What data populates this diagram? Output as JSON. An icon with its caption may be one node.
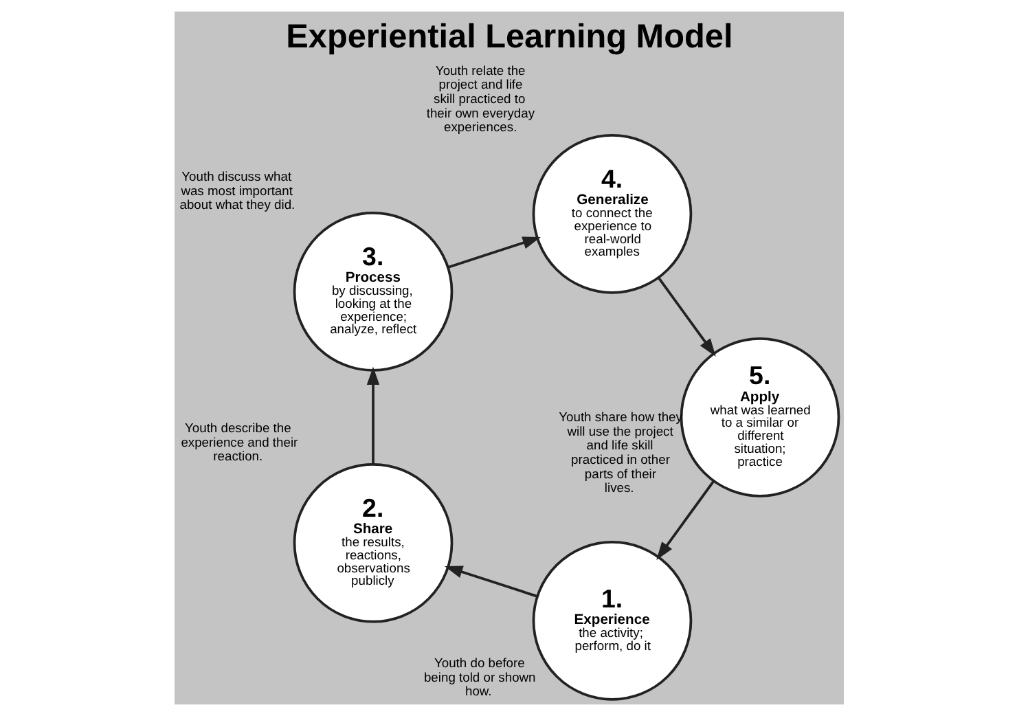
{
  "diagram": {
    "title": "Experiential Learning Model",
    "nodes": [
      {
        "text": [
          "1.",
          "Experience",
          "the activity; perform, do it"
        ],
        "beside": [
          "Youth do before being told or shown how."
        ]
      },
      {
        "text": [
          "2.",
          "Share",
          "the results, reactions, observations publicly"
        ],
        "beside": [
          "Youth describe the experience and their reaction."
        ]
      },
      {
        "text": [
          "3.",
          "Process",
          "by discussing, looking at the experience; analyze, reflect"
        ],
        "beside": [
          "Youth discuss what was most important about what they did."
        ]
      },
      {
        "text": [
          "4.",
          "Generalize",
          "to connect the experience to real-world examples"
        ],
        "beside": [
          "Youth relate the project and life skill practiced to their own everyday experiences."
        ]
      },
      {
        "text": [
          "5.",
          "Apply",
          "what was learned to a similar or different situation; practice"
        ],
        "beside": [
          "Youth share how they will use the project and life skill practiced in other parts of their lives."
        ]
      }
    ],
    "edges": [
      {
        "from": 0,
        "to": 1,
        "arrow": "to"
      },
      {
        "from": 1,
        "to": 2,
        "arrow": "to"
      },
      {
        "from": 2,
        "to": 3,
        "arrow": "to"
      },
      {
        "from": 3,
        "to": 4,
        "arrow": "to"
      },
      {
        "from": 4,
        "to": 0,
        "arrow": "to"
      }
    ]
  }
}
